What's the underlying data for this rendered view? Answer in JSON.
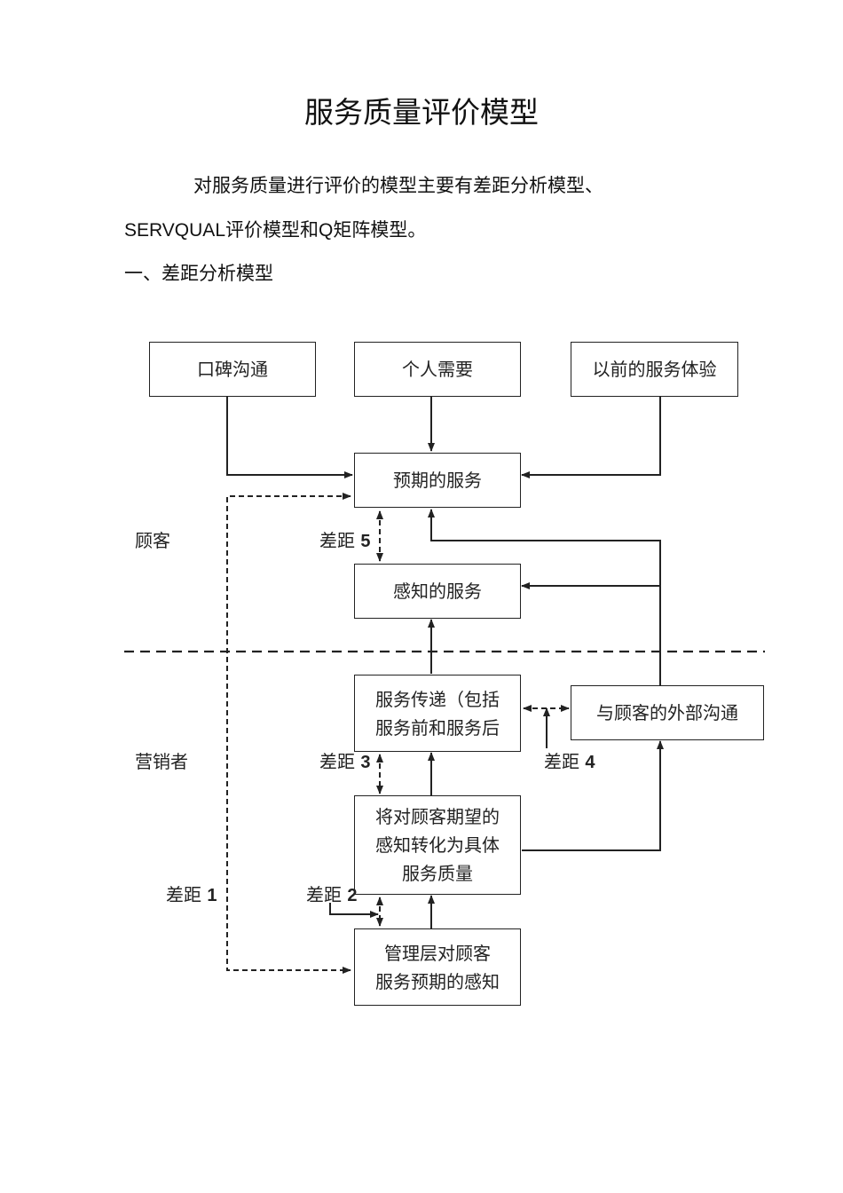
{
  "title": "服务质量评价模型",
  "intro": {
    "line1": "对服务质量进行评价的模型主要有差距分析模型、",
    "line2_latin1": "SERVQUAL",
    "line2_cjk1": "评价模型和",
    "line2_latin2": "Q",
    "line2_cjk2": "矩阵模型。"
  },
  "section1_heading": "一、差距分析模型",
  "diagram": {
    "boxes": {
      "word_of_mouth": "口碑沟通",
      "personal_needs": "个人需要",
      "past_experience": "以前的服务体验",
      "expected_service": "预期的服务",
      "perceived_service": "感知的服务",
      "service_delivery_l1": "服务传递（包括",
      "service_delivery_l2": "服务前和服务后",
      "external_comm": "与顾客的外部沟通",
      "translation_l1": "将对顾客期望的",
      "translation_l2": "感知转化为具体",
      "translation_l3": "服务质量",
      "mgmt_l1": "管理层对顾客",
      "mgmt_l2": "服务预期的感知"
    },
    "zones": {
      "customer": "顾客",
      "marketer": "营销者"
    },
    "gaps": {
      "prefix": "差距",
      "g1": "1",
      "g2": "2",
      "g3": "3",
      "g4": "4",
      "g5": "5"
    }
  }
}
